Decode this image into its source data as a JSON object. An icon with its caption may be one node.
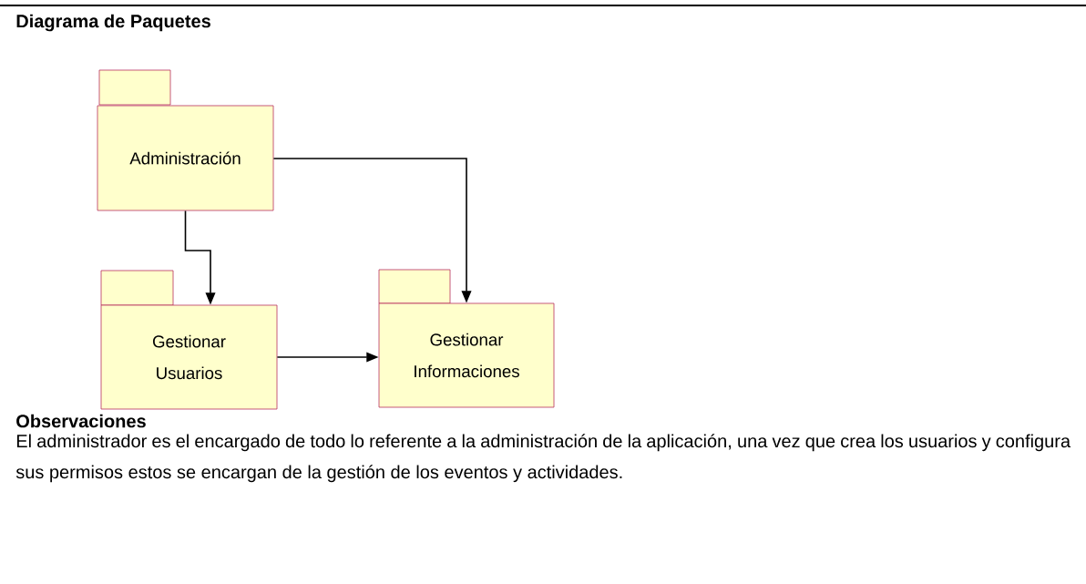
{
  "diagram": {
    "title": "Diagrama de Paquetes",
    "nodes": [
      {
        "text": [
          "Administración"
        ]
      },
      {
        "text": [
          "Gestionar Usuarios"
        ]
      },
      {
        "text": [
          "Gestionar Informaciones"
        ]
      }
    ],
    "edges": [
      {
        "from": 0,
        "to": 1,
        "arrow": "to"
      },
      {
        "from": 0,
        "to": 2,
        "arrow": "to"
      },
      {
        "from": 1,
        "to": 2,
        "arrow": "to"
      }
    ],
    "labels": [
      "Observaciones",
      "El administrador es el encargado de todo lo referente a la administración de la aplicación, una vez que crea los usuarios y configura sus permisos estos se encargan de la gestión de los eventos y actividades."
    ]
  }
}
